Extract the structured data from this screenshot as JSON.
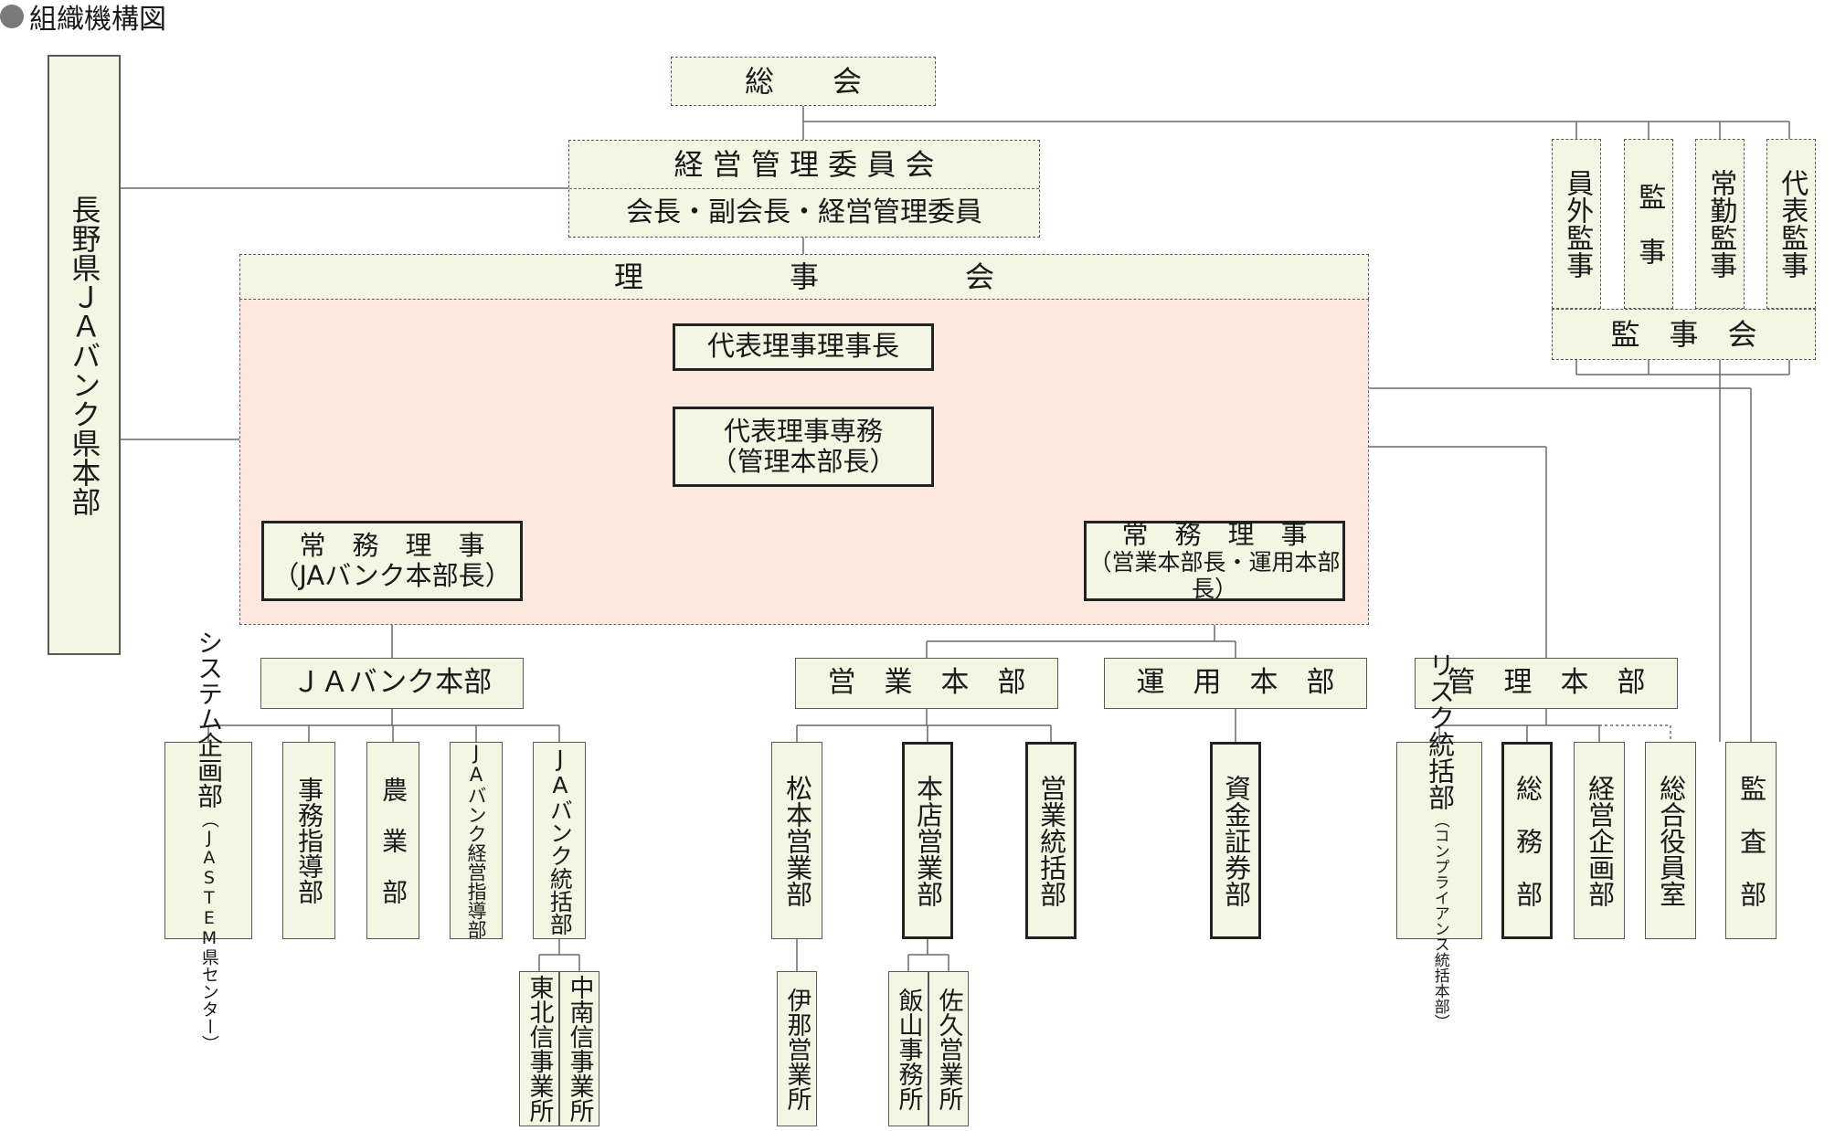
{
  "title": "組織機構図",
  "colors": {
    "box_fill": "#f2f6e2",
    "board_region": "#fde8df",
    "line": "#6a6a6a"
  },
  "nodes": {
    "soukai": "総　　会",
    "keiei_committee": "経 営 管 理 委 員 会",
    "keiei_members": "会長・副会長・経営管理委員",
    "riji_kai": "理　　　　　事　　　　　会",
    "daihyo_rijicho": "代表理事理事長",
    "daihyo_senmu_1": "代表理事専務",
    "daihyo_senmu_2": "（管理本部長）",
    "jomu_left_1": "常　務　理　事",
    "jomu_left_2": "（JAバンク本部長）",
    "jomu_right_1": "常　務　理　事",
    "jomu_right_2": "（営業本部長・運用本部長）",
    "nagano_ja": "長野県ＪＡバンク県本部",
    "kanji_gaibu": "員外監事",
    "kanji": "監　事",
    "kanji_jokin": "常勤監事",
    "kanji_daihyo": "代表監事",
    "kanji_kai": "監　事　会",
    "ja_bank_honbu": "ＪＡバンク本部",
    "eigyo_honbu": "営　業　本　部",
    "unyo_honbu": "運　用　本　部",
    "kanri_honbu": "管　理　本　部",
    "system_kikaku": "システム企画部",
    "system_kikaku_sub": "（JASTEM県センター）",
    "jimu_shido": "事務指導部",
    "nogyo": "農　業　部",
    "ja_keiei_shido": "JAバンク経営指導部",
    "ja_tokatsu": "JAバンク統括部",
    "tohoku_shin": "東北信事業所",
    "chunan_shin": "中南信事業所",
    "matsumoto": "松本営業部",
    "ina": "伊那営業所",
    "honten": "本店営業部",
    "iiyama": "飯山事務所",
    "saku": "佐久営業所",
    "eigyo_tokatsu": "営業統括部",
    "shikin_shoken": "資金証券部",
    "risk_tokatsu": "リスク統括部",
    "risk_sub": "（コンプライアンス統括本部）",
    "somu": "総　務　部",
    "keiei_kikaku": "経営企画部",
    "sogo_yakuin": "総合役員室",
    "kansa": "監　査　部"
  }
}
